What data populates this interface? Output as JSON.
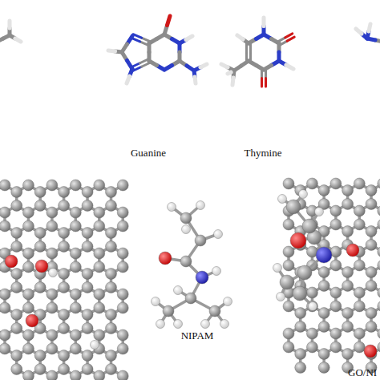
{
  "diagram": {
    "labels": [
      "Guanine",
      "Thymine",
      "NIPAM",
      "GO/NI"
    ]
  }
}
